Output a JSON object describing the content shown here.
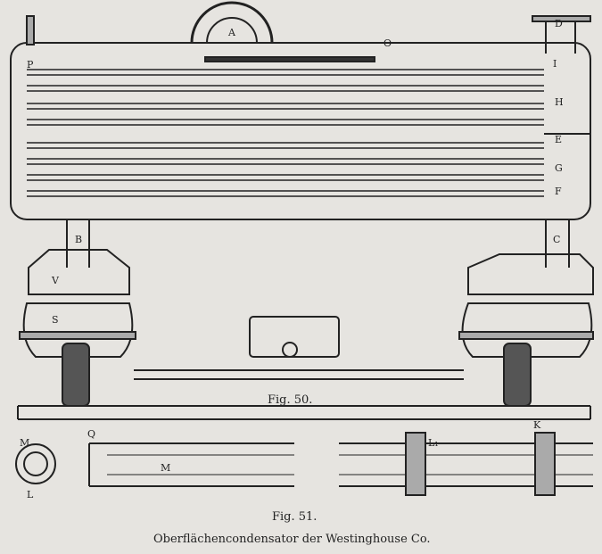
{
  "figure50": {
    "caption": "Fig. 50.",
    "labels": {
      "A": "A",
      "O": "O",
      "P": "P",
      "B": "B",
      "C": "C",
      "D": "D",
      "I": "I",
      "H": "H",
      "E": "E",
      "G": "G",
      "F": "F",
      "V": "V",
      "S": "S"
    }
  },
  "figure51": {
    "caption": "Fig. 51.",
    "labels": {
      "M": "M",
      "L": "L",
      "Q": "Q",
      "K": "K",
      "L1": "L₁"
    }
  },
  "title": "Oberflächencondensator der Westinghouse Co."
}
